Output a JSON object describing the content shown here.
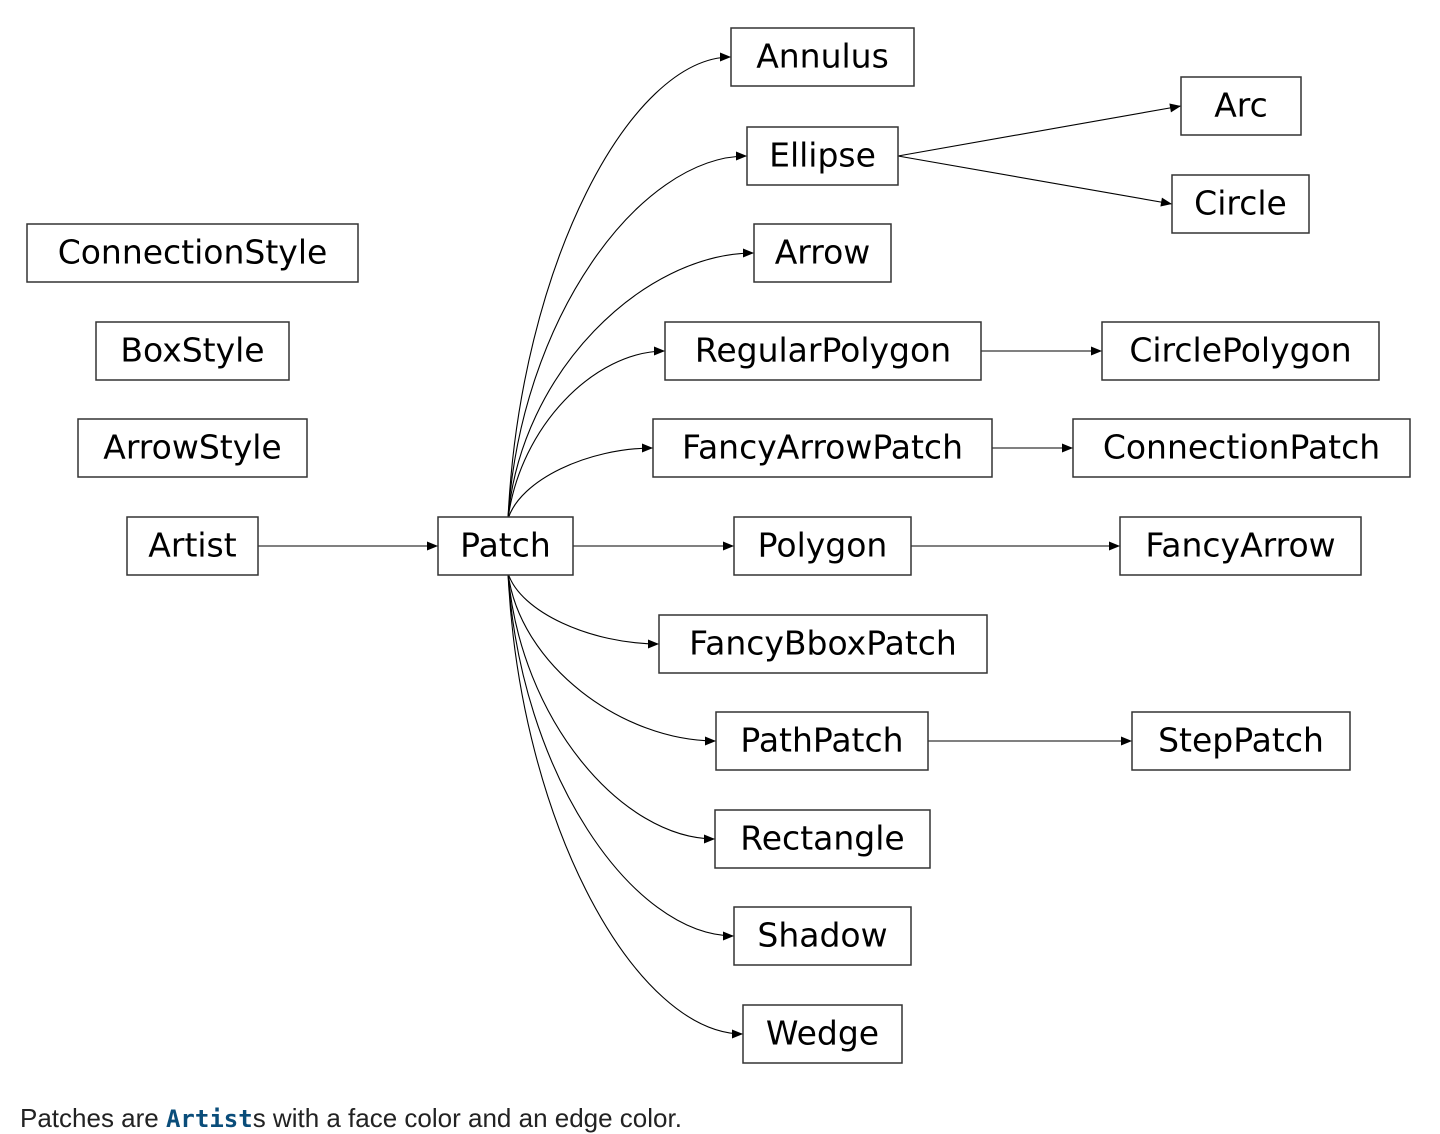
{
  "diagram": {
    "nodes": [
      {
        "id": "ConnectionStyle",
        "label": "ConnectionStyle"
      },
      {
        "id": "BoxStyle",
        "label": "BoxStyle"
      },
      {
        "id": "ArrowStyle",
        "label": "ArrowStyle"
      },
      {
        "id": "Artist",
        "label": "Artist"
      },
      {
        "id": "Patch",
        "label": "Patch"
      },
      {
        "id": "Annulus",
        "label": "Annulus"
      },
      {
        "id": "Ellipse",
        "label": "Ellipse"
      },
      {
        "id": "Arrow",
        "label": "Arrow"
      },
      {
        "id": "RegularPolygon",
        "label": "RegularPolygon"
      },
      {
        "id": "FancyArrowPatch",
        "label": "FancyArrowPatch"
      },
      {
        "id": "Polygon",
        "label": "Polygon"
      },
      {
        "id": "FancyBboxPatch",
        "label": "FancyBboxPatch"
      },
      {
        "id": "PathPatch",
        "label": "PathPatch"
      },
      {
        "id": "Rectangle",
        "label": "Rectangle"
      },
      {
        "id": "Shadow",
        "label": "Shadow"
      },
      {
        "id": "Wedge",
        "label": "Wedge"
      },
      {
        "id": "Arc",
        "label": "Arc"
      },
      {
        "id": "Circle",
        "label": "Circle"
      },
      {
        "id": "CirclePolygon",
        "label": "CirclePolygon"
      },
      {
        "id": "ConnectionPatch",
        "label": "ConnectionPatch"
      },
      {
        "id": "FancyArrow",
        "label": "FancyArrow"
      },
      {
        "id": "StepPatch",
        "label": "StepPatch"
      }
    ],
    "edges": [
      {
        "from": "Artist",
        "to": "Patch"
      },
      {
        "from": "Patch",
        "to": "Annulus"
      },
      {
        "from": "Patch",
        "to": "Ellipse"
      },
      {
        "from": "Patch",
        "to": "Arrow"
      },
      {
        "from": "Patch",
        "to": "RegularPolygon"
      },
      {
        "from": "Patch",
        "to": "FancyArrowPatch"
      },
      {
        "from": "Patch",
        "to": "Polygon"
      },
      {
        "from": "Patch",
        "to": "FancyBboxPatch"
      },
      {
        "from": "Patch",
        "to": "PathPatch"
      },
      {
        "from": "Patch",
        "to": "Rectangle"
      },
      {
        "from": "Patch",
        "to": "Shadow"
      },
      {
        "from": "Patch",
        "to": "Wedge"
      },
      {
        "from": "Ellipse",
        "to": "Arc"
      },
      {
        "from": "Ellipse",
        "to": "Circle"
      },
      {
        "from": "RegularPolygon",
        "to": "CirclePolygon"
      },
      {
        "from": "FancyArrowPatch",
        "to": "ConnectionPatch"
      },
      {
        "from": "Polygon",
        "to": "FancyArrow"
      },
      {
        "from": "PathPatch",
        "to": "StepPatch"
      }
    ]
  },
  "caption": {
    "before": "Patches are ",
    "code": "Artist",
    "after": "s with a face color and an edge color."
  }
}
